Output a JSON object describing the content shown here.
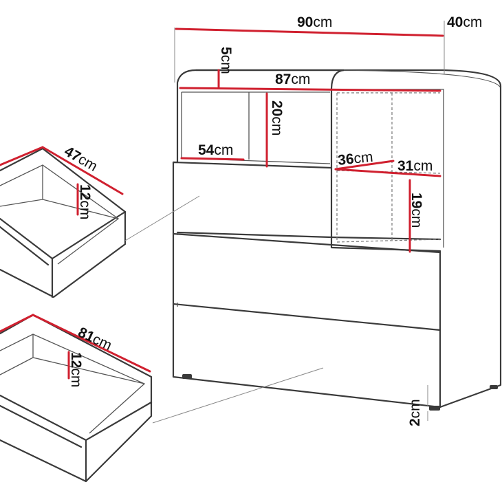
{
  "dimensions": {
    "width": {
      "value": "90",
      "unit": "cm"
    },
    "depth": {
      "value": "40",
      "unit": "cm"
    },
    "top_height": {
      "value": "5",
      "unit": "cm"
    },
    "top_inner_width": {
      "value": "87",
      "unit": "cm"
    },
    "shelf_height": {
      "value": "20",
      "unit": "cm"
    },
    "shelf_width": {
      "value": "54",
      "unit": "cm"
    },
    "side_width": {
      "value": "36",
      "unit": "cm"
    },
    "side_depth": {
      "value": "31",
      "unit": "cm"
    },
    "side_height": {
      "value": "19",
      "unit": "cm"
    },
    "leg_height": {
      "value": "2",
      "unit": "cm"
    },
    "small_drawer_length": {
      "value": "47",
      "unit": "cm"
    },
    "small_drawer_height": {
      "value": "12",
      "unit": "cm"
    },
    "large_drawer_length": {
      "value": "81",
      "unit": "cm"
    },
    "large_drawer_height": {
      "value": "12",
      "unit": "cm"
    }
  },
  "colors": {
    "dimension_line": "#d0202f",
    "outline": "#3a3a3a"
  }
}
